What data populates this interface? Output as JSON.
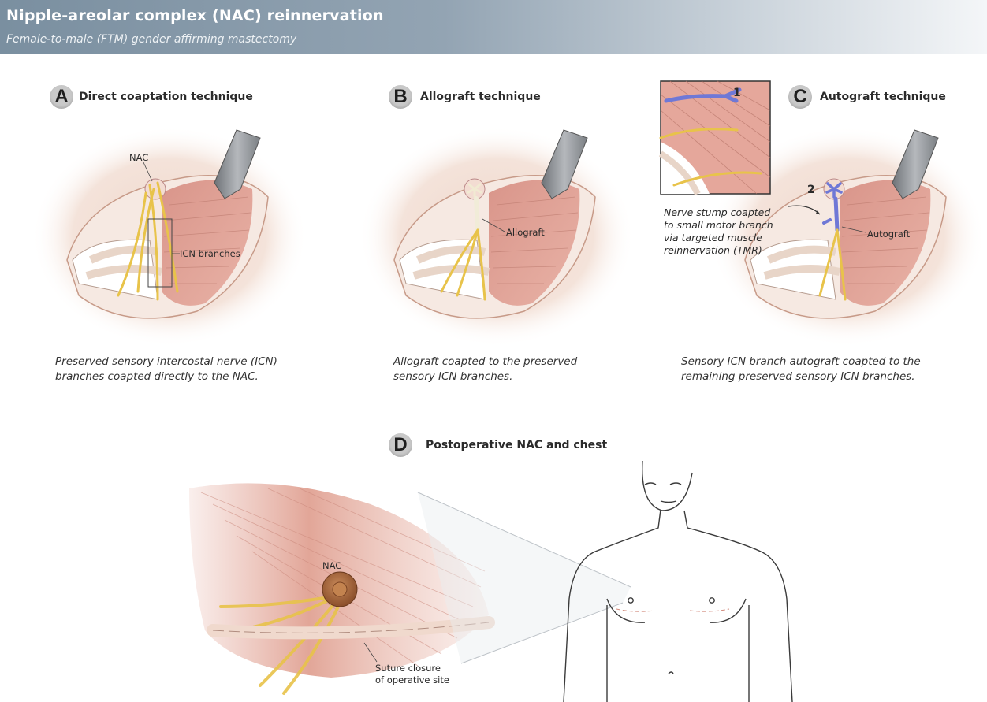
{
  "header": {
    "title": "Nipple-areolar complex (NAC) reinnervation",
    "subtitle": "Female-to-male (FTM) gender affirming mastectomy"
  },
  "panels": {
    "a": {
      "letter": "A",
      "title": "Direct coaptation technique",
      "caption_line1": "Preserved sensory intercostal nerve (ICN)",
      "caption_line2": "branches coapted directly to the NAC.",
      "label_nac": "NAC",
      "label_icn": "ICN branches"
    },
    "b": {
      "letter": "B",
      "title": "Allograft technique",
      "caption_line1": "Allograft coapted to the preserved",
      "caption_line2": "sensory ICN branches.",
      "label_allograft": "Allograft"
    },
    "c": {
      "letter": "C",
      "title": "Autograft technique",
      "caption_line1": "Sensory ICN branch autograft coapted to the",
      "caption_line2": "remaining preserved sensory ICN branches.",
      "inset_number": "1",
      "number_2": "2",
      "label_stump_1": "Nerve stump coapted",
      "label_stump_2": "to small motor branch",
      "label_stump_3": "via targeted muscle",
      "label_stump_4": "reinnervation (TMR)",
      "label_autograft": "Autograft"
    },
    "d": {
      "letter": "D",
      "title": "Postoperative NAC and chest",
      "label_nac": "NAC",
      "label_suture_1": "Suture closure",
      "label_suture_2": "of operative site"
    }
  },
  "colors": {
    "header_start": "#7a8fa0",
    "muscle": "#e0a79c",
    "nerve": "#e8c34a",
    "graft_blue": "#6f78d6",
    "skin": "#f2e0d6",
    "retractor": "#8a8d92"
  }
}
